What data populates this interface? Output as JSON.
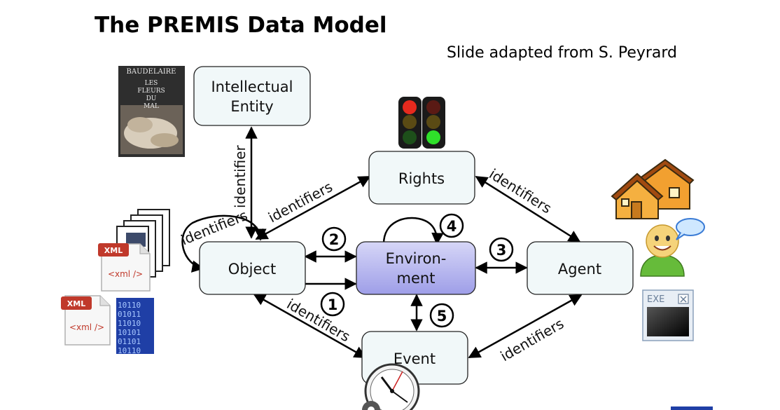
{
  "header": {
    "title": "The PREMIS Data Model",
    "credit": "Slide adapted from S. Peyrard"
  },
  "entities": {
    "intellectual_entity": {
      "line1": "Intellectual",
      "line2": "Entity"
    },
    "rights": "Rights",
    "object": "Object",
    "environment": {
      "line1": "Environ-",
      "line2": "ment"
    },
    "agent": "Agent",
    "event": "Event"
  },
  "relationships": {
    "object_intellectual": "identifier",
    "object_self": "identifiers",
    "object_rights": "identifiers",
    "rights_agent": "identifiers",
    "object_event": "identifiers",
    "event_agent": "identifiers"
  },
  "markers": [
    "1",
    "2",
    "3",
    "4",
    "5"
  ],
  "illustrations": {
    "book_cover": {
      "line1": "BAUDELAIRE",
      "line2": "LES",
      "line3": "FLEURS",
      "line4": "DU",
      "line5": "MAL"
    },
    "xml_file": {
      "badge": "XML",
      "tag": "<xml />"
    },
    "binary": {
      "line1": "10110",
      "line2": "01011",
      "line3": "11010",
      "line4": "10101",
      "line5": "01101",
      "line6": "10110"
    },
    "exe_window": "EXE"
  },
  "colors": {
    "box_fill": "#f1f8f9",
    "environment_fill": "#b3b3ee",
    "xml_badge": "#c0392b",
    "house": "#f2a030",
    "binary_bg": "#1f3fa6"
  }
}
